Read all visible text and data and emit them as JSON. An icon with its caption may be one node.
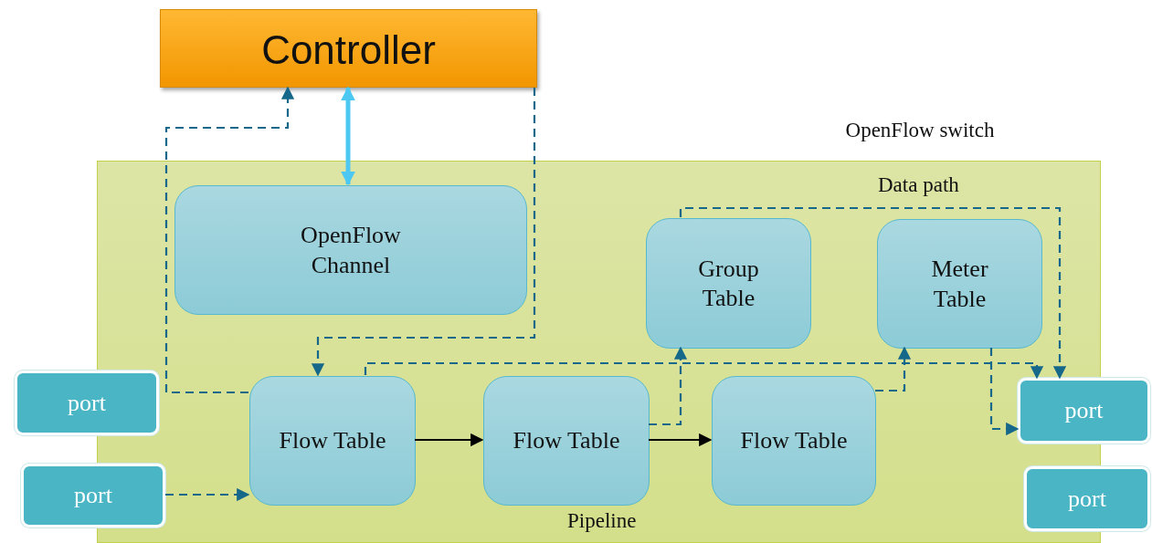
{
  "diagram": {
    "nodes": [
      {
        "text": [
          "Controller"
        ]
      },
      {
        "text": [
          "OpenFlow switch"
        ]
      },
      {
        "text": [
          "OpenFlow Channel"
        ],
        "in": 1
      },
      {
        "text": [
          "Group Table"
        ],
        "in": 1
      },
      {
        "text": [
          "Meter Table"
        ],
        "in": 1
      },
      {
        "text": [
          "Flow Table"
        ],
        "in": 1
      },
      {
        "text": [
          "Flow Table"
        ],
        "in": 1
      },
      {
        "text": [
          "Flow Table"
        ],
        "in": 1
      },
      {
        "text": [
          "port"
        ]
      },
      {
        "text": [
          "port"
        ]
      },
      {
        "text": [
          "port"
        ]
      },
      {
        "text": [
          "port"
        ]
      }
    ],
    "edges": [
      {
        "from": 0,
        "to": 2,
        "arrow": "both",
        "style": "thick",
        "color": "#4cc8f2"
      },
      {
        "from": 5,
        "to": 6,
        "arrow": "to",
        "color": "#000000"
      },
      {
        "from": 6,
        "to": 7,
        "arrow": "to",
        "color": "#000000"
      },
      {
        "from": 9,
        "to": 5,
        "arrow": "to",
        "style": "dashed"
      },
      {
        "from": 5,
        "to": 0,
        "arrow": "to",
        "style": "dashed"
      },
      {
        "from": 0,
        "to": 5,
        "arrow": "to",
        "style": "dashed"
      },
      {
        "from": 5,
        "to": 10,
        "arrow": "to",
        "style": "dashed"
      },
      {
        "from": 6,
        "to": 3,
        "arrow": "to",
        "style": "dashed"
      },
      {
        "from": 3,
        "to": 10,
        "arrow": "to",
        "style": "dashed"
      },
      {
        "from": 7,
        "to": 4,
        "arrow": "to",
        "style": "dashed"
      },
      {
        "from": 4,
        "to": 10,
        "arrow": "to",
        "style": "dashed"
      }
    ],
    "labels": [
      "Data path",
      "Pipeline"
    ]
  }
}
